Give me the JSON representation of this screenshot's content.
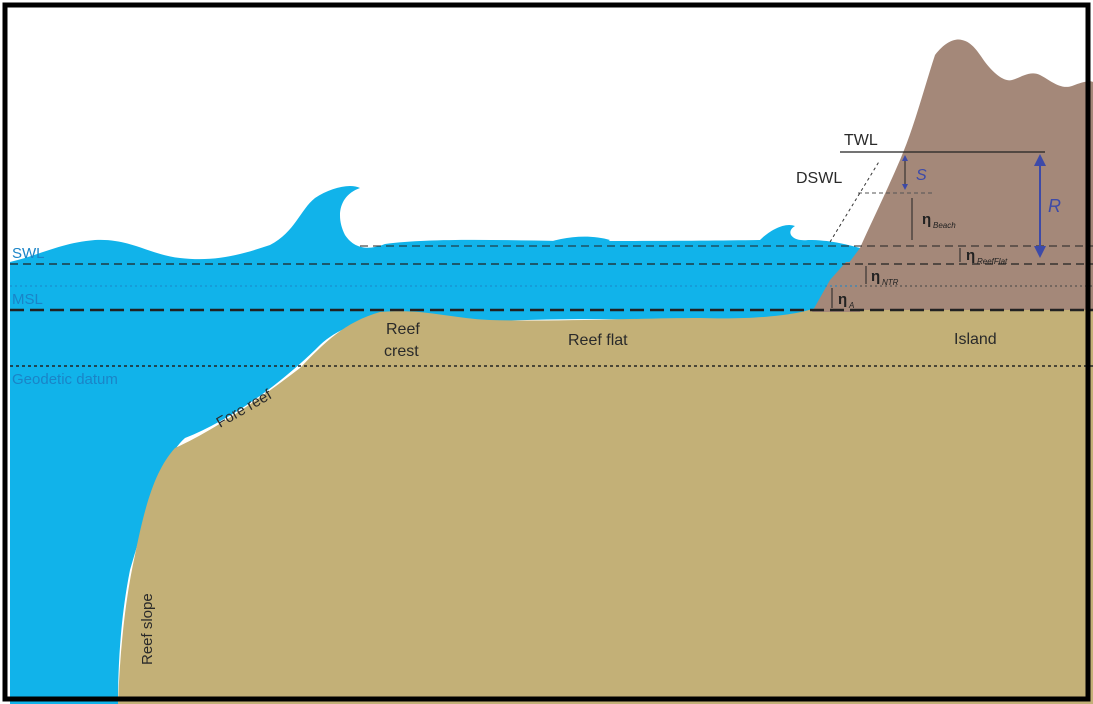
{
  "labels": {
    "twl": "TWL",
    "dswl": "DSWL",
    "swl": "SWL",
    "msl": "MSL",
    "geodetic_datum": "Geodetic datum",
    "reef_crest_line1": "Reef",
    "reef_crest_line2": "crest",
    "reef_flat": "Reef flat",
    "island": "Island",
    "fore_reef": "Fore reef",
    "reef_slope": "Reef slope",
    "s": "S",
    "r": "R",
    "eta": "η",
    "eta_beach_sub": "Beach",
    "eta_reefflat_sub": "ReefFlat",
    "eta_ntr_sub": "NTR",
    "eta_a_sub": "A"
  },
  "colors": {
    "water": "#11b3ea",
    "reef": "#c3b077",
    "island": "#a48879",
    "label_blue": "#1a84c7",
    "arrow_blue": "#3d4aa8",
    "dark_text": "#2a2a2a",
    "frame": "#000000"
  }
}
